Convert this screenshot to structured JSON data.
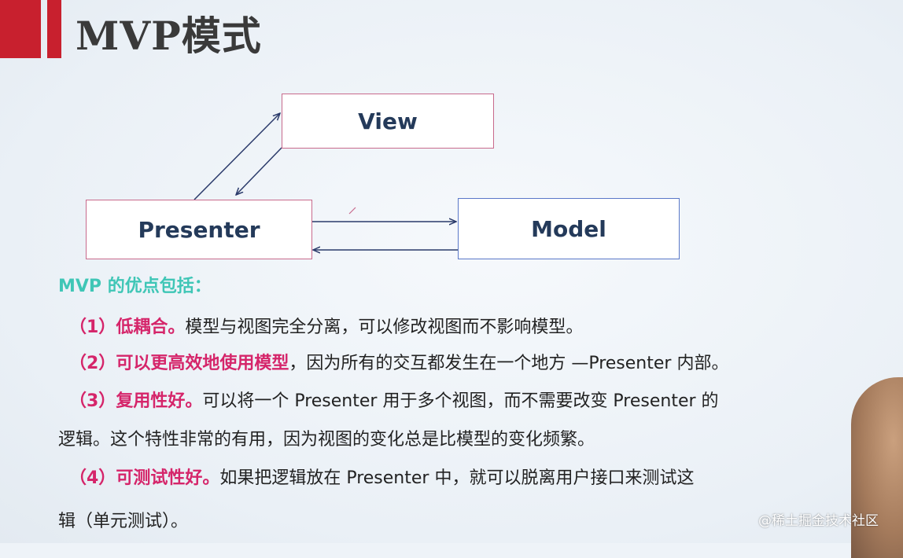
{
  "slide": {
    "title": "MVP模式",
    "diagram": {
      "view_label": "View",
      "presenter_label": "Presenter",
      "model_label": "Model"
    },
    "heading": "MVP 的优点包括：",
    "points": [
      {
        "num": "（1）",
        "bold": "低耦合。",
        "text": "模型与视图完全分离，可以修改视图而不影响模型。"
      },
      {
        "num": "（2）",
        "bold": "可以更高效地使用模型",
        "text": "，因为所有的交互都发生在一个地方 —Presenter 内部。"
      },
      {
        "num": "（3）",
        "bold": "复用性好。",
        "text": "可以将一个 Presenter 用于多个视图，而不需要改变 Presenter 的"
      },
      {
        "num": "（4）",
        "bold": "可测试性好。",
        "text": "如果把逻辑放在 Presenter 中，就可以脱离用户接口来测试这"
      }
    ],
    "point3_cont": "逻辑。这个特性非常的有用，因为视图的变化总是比模型的变化频繁。",
    "point4_cont": "辑（单元测试）。"
  },
  "watermark": "@稀土掘金技术社区",
  "colors": {
    "accent_red": "#c8202e",
    "highlight_pink": "#d5256a",
    "heading_teal": "#3fc6b6",
    "box_text": "#243a5a"
  }
}
